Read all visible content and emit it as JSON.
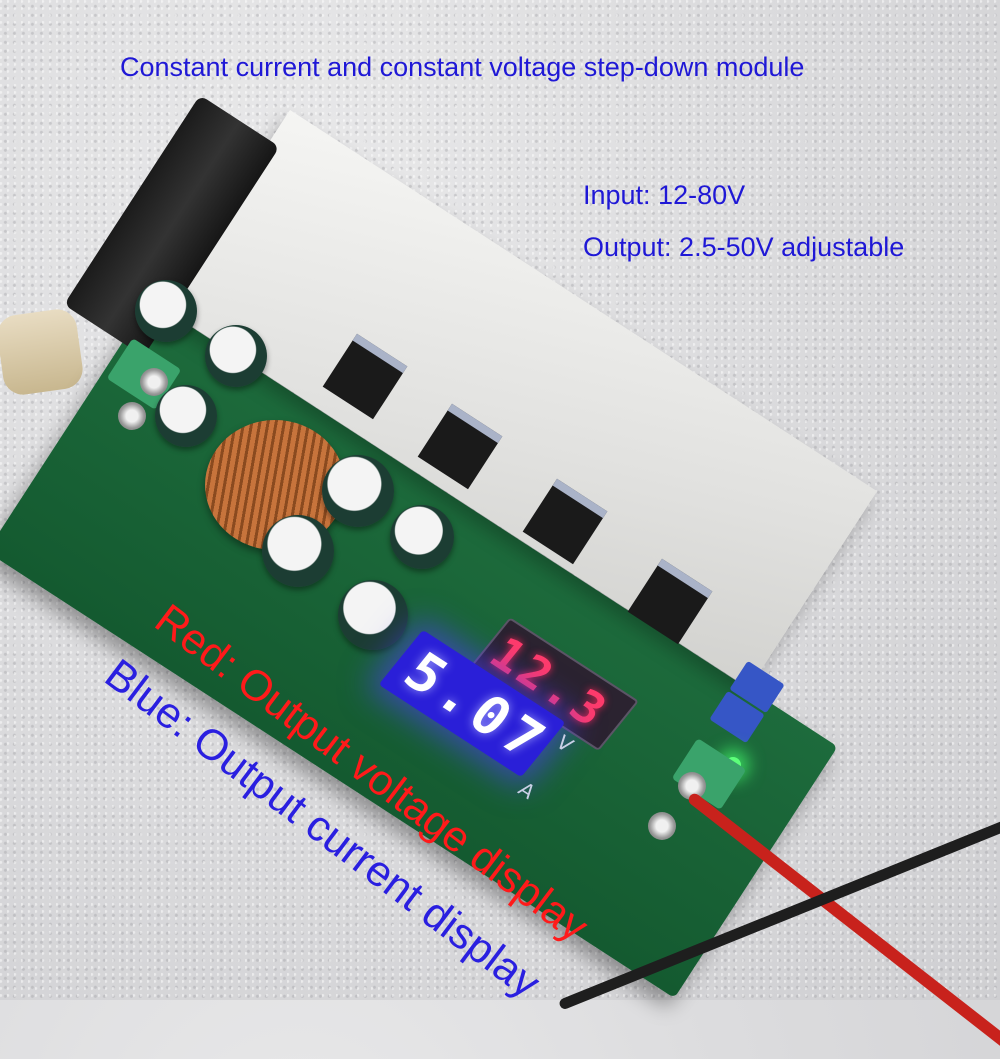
{
  "title": "Constant current and constant voltage step-down module",
  "specs": {
    "input": "Input: 12-80V",
    "output": "Output: 2.5-50V adjustable"
  },
  "annotations": {
    "red_label": "Red: Output voltage display",
    "blue_label": "Blue: Output current display"
  },
  "display": {
    "voltage_value": "12.3",
    "voltage_unit": "V",
    "current_value": "5.07",
    "current_unit": "A"
  },
  "colors": {
    "caption_blue": "#1f18d6",
    "annotation_red": "#ff1a1a",
    "annotation_blue": "#2a1fe0",
    "display_red": "#ff3b6b",
    "display_blue": "#2a1fd8"
  }
}
